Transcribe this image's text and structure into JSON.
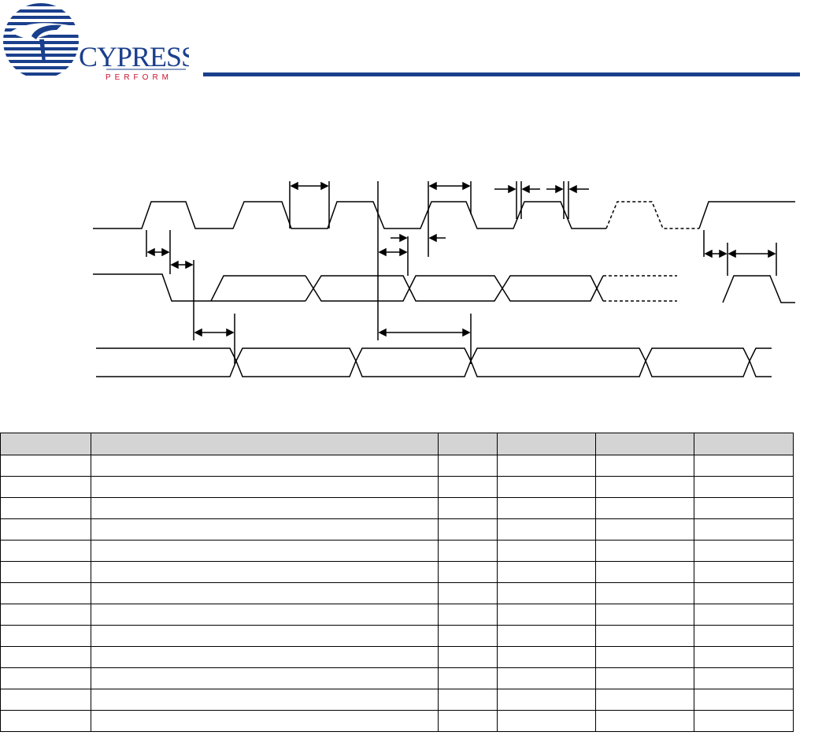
{
  "brand": {
    "name": "CYPRESS",
    "tagline": "PERFORM",
    "logo_color": "#1a3f8c",
    "tagline_color": "#c8102e",
    "rule_color": "#1a3f8c"
  },
  "timing_diagram": {
    "signals": 3,
    "annotations_visible": false
  },
  "spec_table": {
    "header": [
      "",
      "",
      "",
      "",
      "",
      ""
    ],
    "rows": [
      [
        "",
        "",
        "",
        "",
        "",
        ""
      ],
      [
        "",
        "",
        "",
        "",
        "",
        ""
      ],
      [
        "",
        "",
        "",
        "",
        "",
        ""
      ],
      [
        "",
        "",
        "",
        "",
        "",
        ""
      ],
      [
        "",
        "",
        "",
        "",
        "",
        ""
      ],
      [
        "",
        "",
        "",
        "",
        "",
        ""
      ],
      [
        "",
        "",
        "",
        "",
        "",
        ""
      ],
      [
        "",
        "",
        "",
        "",
        "",
        ""
      ],
      [
        "",
        "",
        "",
        "",
        "",
        ""
      ],
      [
        "",
        "",
        "",
        "",
        "",
        ""
      ],
      [
        "",
        "",
        "",
        "",
        "",
        ""
      ],
      [
        "",
        "",
        "",
        "",
        "",
        ""
      ],
      [
        "",
        "",
        "",
        "",
        "",
        ""
      ]
    ]
  }
}
